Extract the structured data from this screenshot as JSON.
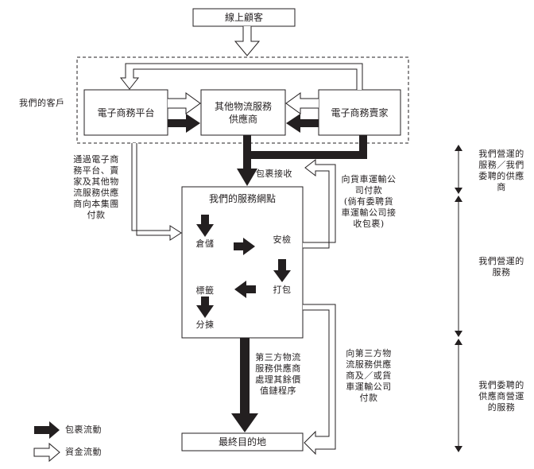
{
  "nodes": {
    "online_customers": "線上顧客",
    "ecommerce_platform": "電子商務平台",
    "other_logistics": [
      "其他物流服務",
      "供應商"
    ],
    "ecommerce_sellers": "電子商務賣家",
    "service_network": "我們的服務網點",
    "final_destination": "最終目的地"
  },
  "groups": {
    "our_customers": "我們的客戶"
  },
  "steps": {
    "storage": "倉儲",
    "security_check": "安檢",
    "packing": "打包",
    "labeling": "標籤",
    "sorting": "分揀"
  },
  "annotations": {
    "parcel_receipt": "包裹接收",
    "customer_payment": [
      "通過電子商",
      "務平台、賣",
      "家及其他物",
      "流服務供應",
      "商向本集團",
      "付款"
    ],
    "truck_payment_1": [
      "向貨車運輸公",
      "司付款",
      "(倘有委聘貨",
      "車運輸公司接",
      "收包裹)"
    ],
    "third_party_processing": [
      "第三方物流",
      "服務供應商",
      "處理其餘價",
      "值鏈程序"
    ],
    "truck_payment_2": [
      "向第三方物",
      "流服務供應",
      "商及／或貨",
      "車運輸公司",
      "付款"
    ]
  },
  "scope": [
    {
      "label": [
        "我們營運的",
        "服務／我們",
        "委聘的供應",
        "商"
      ]
    },
    {
      "label": [
        "我們營運的",
        "服務"
      ]
    },
    {
      "label": [
        "我們委聘的",
        "供應商營運",
        "的服務"
      ]
    }
  ],
  "legend": {
    "parcel_flow": "包裹流動",
    "fund_flow": "資金流動"
  },
  "colors": {
    "ink": "#231f20",
    "background": "#ffffff"
  }
}
